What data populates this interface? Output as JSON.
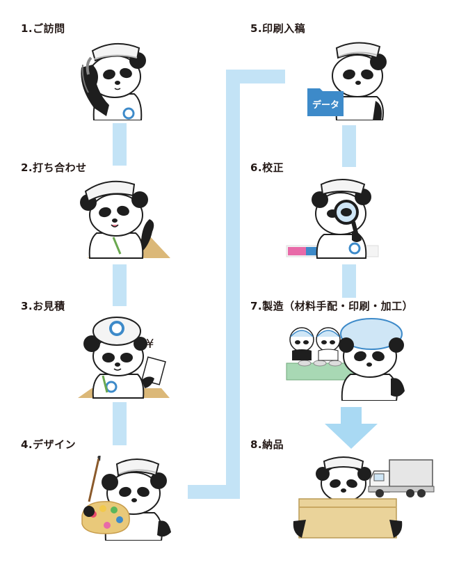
{
  "colors": {
    "connector": "#c3e3f6",
    "final_arrow": "#a9d9f3",
    "panda_black": "#1e1e1e",
    "cap": "#f4f4f4",
    "desk": "#dbb878",
    "badge": "#3d8ac9",
    "box": "#ead39a"
  },
  "steps": [
    {
      "label": "1.ご訪問",
      "icon": "panda-phone-icon"
    },
    {
      "label": "2.打ち合わせ",
      "icon": "panda-meeting-icon"
    },
    {
      "label": "3.お見積",
      "icon": "panda-estimate-icon"
    },
    {
      "label": "4.デザイン",
      "icon": "panda-palette-icon"
    },
    {
      "label": "5.印刷入稿",
      "icon": "panda-data-submit-icon"
    },
    {
      "label": "6.校正",
      "icon": "panda-magnifier-icon"
    },
    {
      "label": "7.製造（材料手配・印刷・加工）",
      "icon": "panda-factory-icon"
    },
    {
      "label": "8.納品",
      "icon": "panda-delivery-truck-icon"
    }
  ],
  "illustration_text": {
    "data_folder": "データ",
    "yen_sign": "¥"
  }
}
